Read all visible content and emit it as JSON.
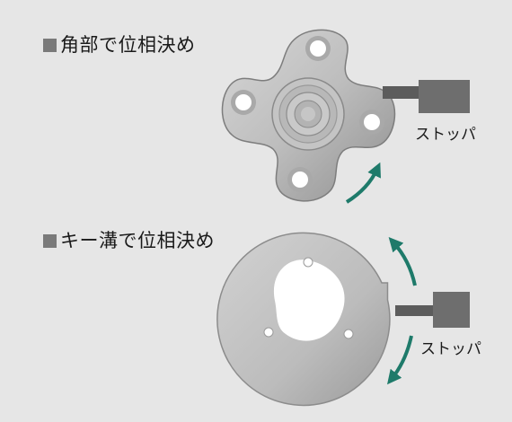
{
  "sections": [
    {
      "title": "角部で位相決め",
      "stopper_label": "ストッパ"
    },
    {
      "title": "キー溝で位相決め",
      "stopper_label": "ストッパ"
    }
  ],
  "colors": {
    "background": "#e6e6e6",
    "metal_light": "#c9c9c9",
    "metal_dark": "#8c8c8c",
    "stopper": "#6e6e6e",
    "arrow": "#1e7a6a"
  },
  "icons": [
    "rotation-arrow-icon",
    "rotation-arrow-icon",
    "rotation-arrow-icon"
  ]
}
